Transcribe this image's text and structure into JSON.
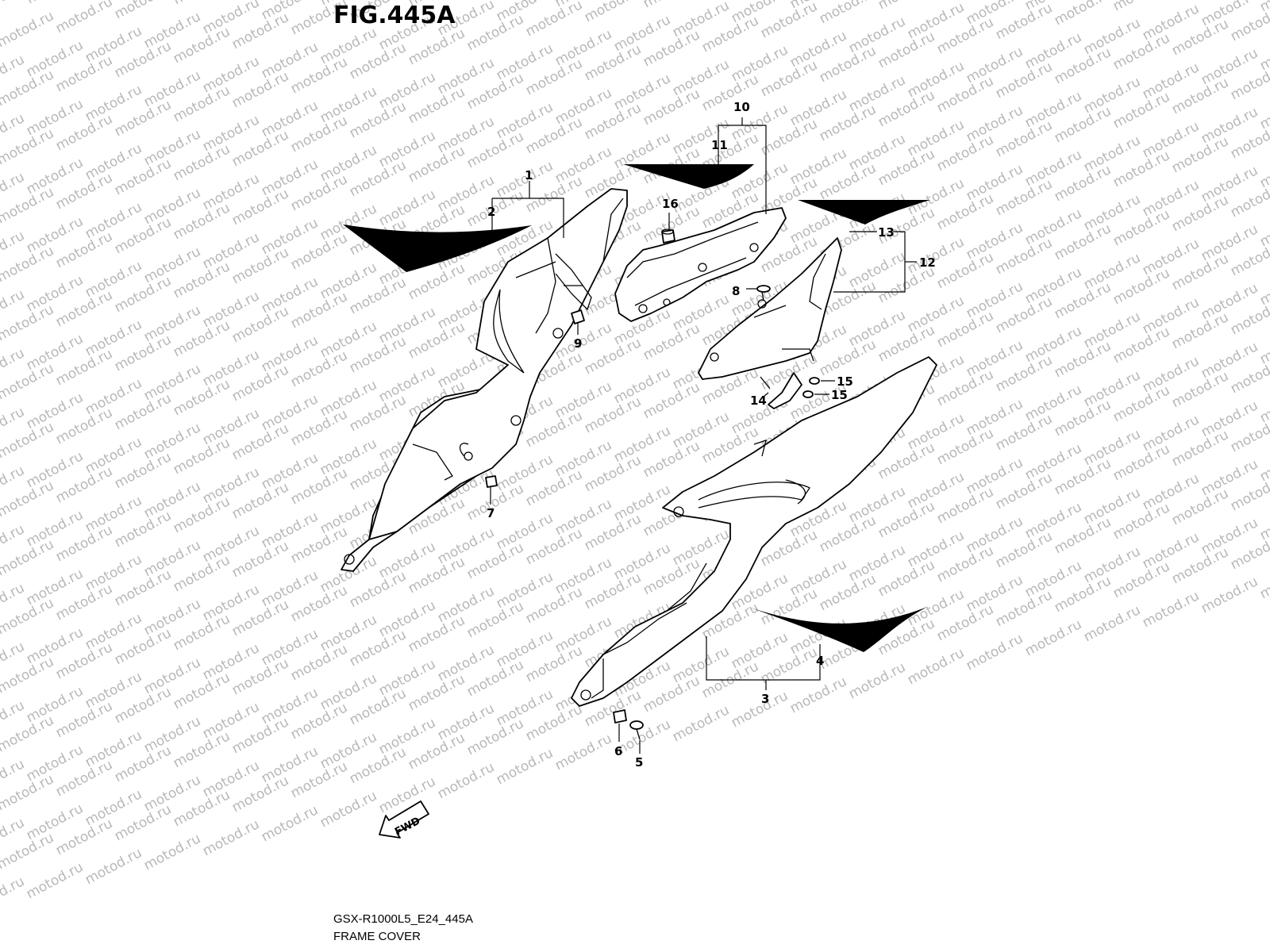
{
  "figure": {
    "title": "FIG.445A",
    "code": "GSX-R1000L5_E24_445A",
    "name": "FRAME COVER"
  },
  "watermark": "motod.ru",
  "fwd_label": "FWD",
  "callouts": {
    "c1": "1",
    "c2": "2",
    "c3": "3",
    "c4": "4",
    "c5": "5",
    "c6": "6",
    "c7": "7",
    "c8": "8",
    "c9": "9",
    "c10": "10",
    "c11": "11",
    "c12": "12",
    "c13": "13",
    "c14": "14",
    "c15a": "15",
    "c15b": "15",
    "c16": "16"
  }
}
